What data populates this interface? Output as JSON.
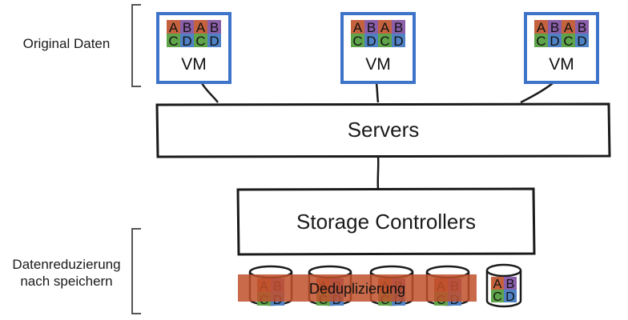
{
  "labels": {
    "original": "Original Daten",
    "reduction_line1": "Datenreduzierung",
    "reduction_line2": "nach speichern"
  },
  "vms": [
    {
      "label": "VM",
      "cells": [
        "A",
        "B",
        "A",
        "B",
        "C",
        "D",
        "C",
        "D"
      ]
    },
    {
      "label": "VM",
      "cells": [
        "A",
        "B",
        "A",
        "B",
        "C",
        "D",
        "C",
        "D"
      ]
    },
    {
      "label": "VM",
      "cells": [
        "A",
        "B",
        "A",
        "B",
        "C",
        "D",
        "C",
        "D"
      ]
    }
  ],
  "servers_label": "Servers",
  "storage_label": "Storage Controllers",
  "dedup_label": "Deduplizierung",
  "disk_cells": [
    "A",
    "B",
    "C",
    "D"
  ],
  "dedup_disk_cells": [
    "A",
    "B",
    "C",
    "D"
  ],
  "colors": {
    "cell_a": "#c4623e",
    "cell_b": "#8a5ea8",
    "cell_c": "#5fa44a",
    "cell_d": "#4f82c4",
    "vm_border": "#3d73c9",
    "dedup_bar": "#c0502b",
    "stroke": "#1a1a1a"
  }
}
